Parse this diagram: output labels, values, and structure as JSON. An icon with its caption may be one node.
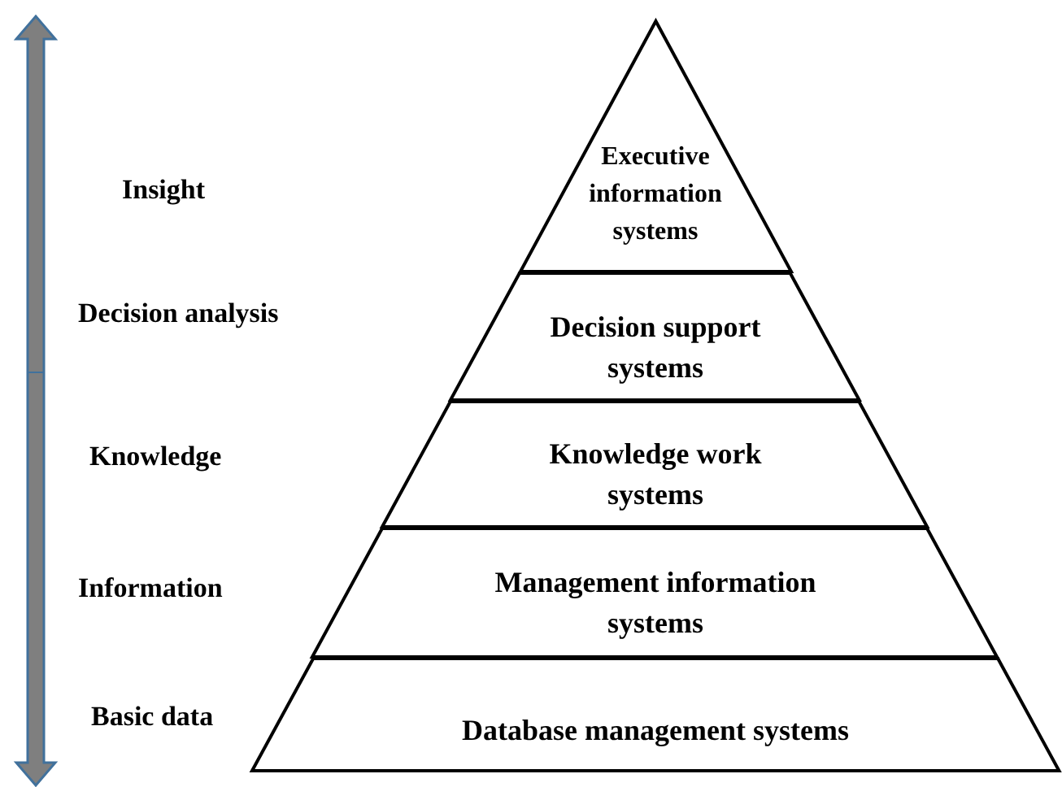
{
  "diagram": {
    "nodes": [
      {
        "text": [
          "Executive information systems"
        ]
      },
      {
        "text": [
          "Decision support systems"
        ]
      },
      {
        "text": [
          "Knowledge work systems"
        ]
      },
      {
        "text": [
          "Management information systems"
        ]
      },
      {
        "text": [
          "Database management systems"
        ]
      }
    ],
    "labels": [
      "Insight",
      "Decision analysis",
      "Knowledge",
      "Information",
      "Basic data"
    ]
  }
}
